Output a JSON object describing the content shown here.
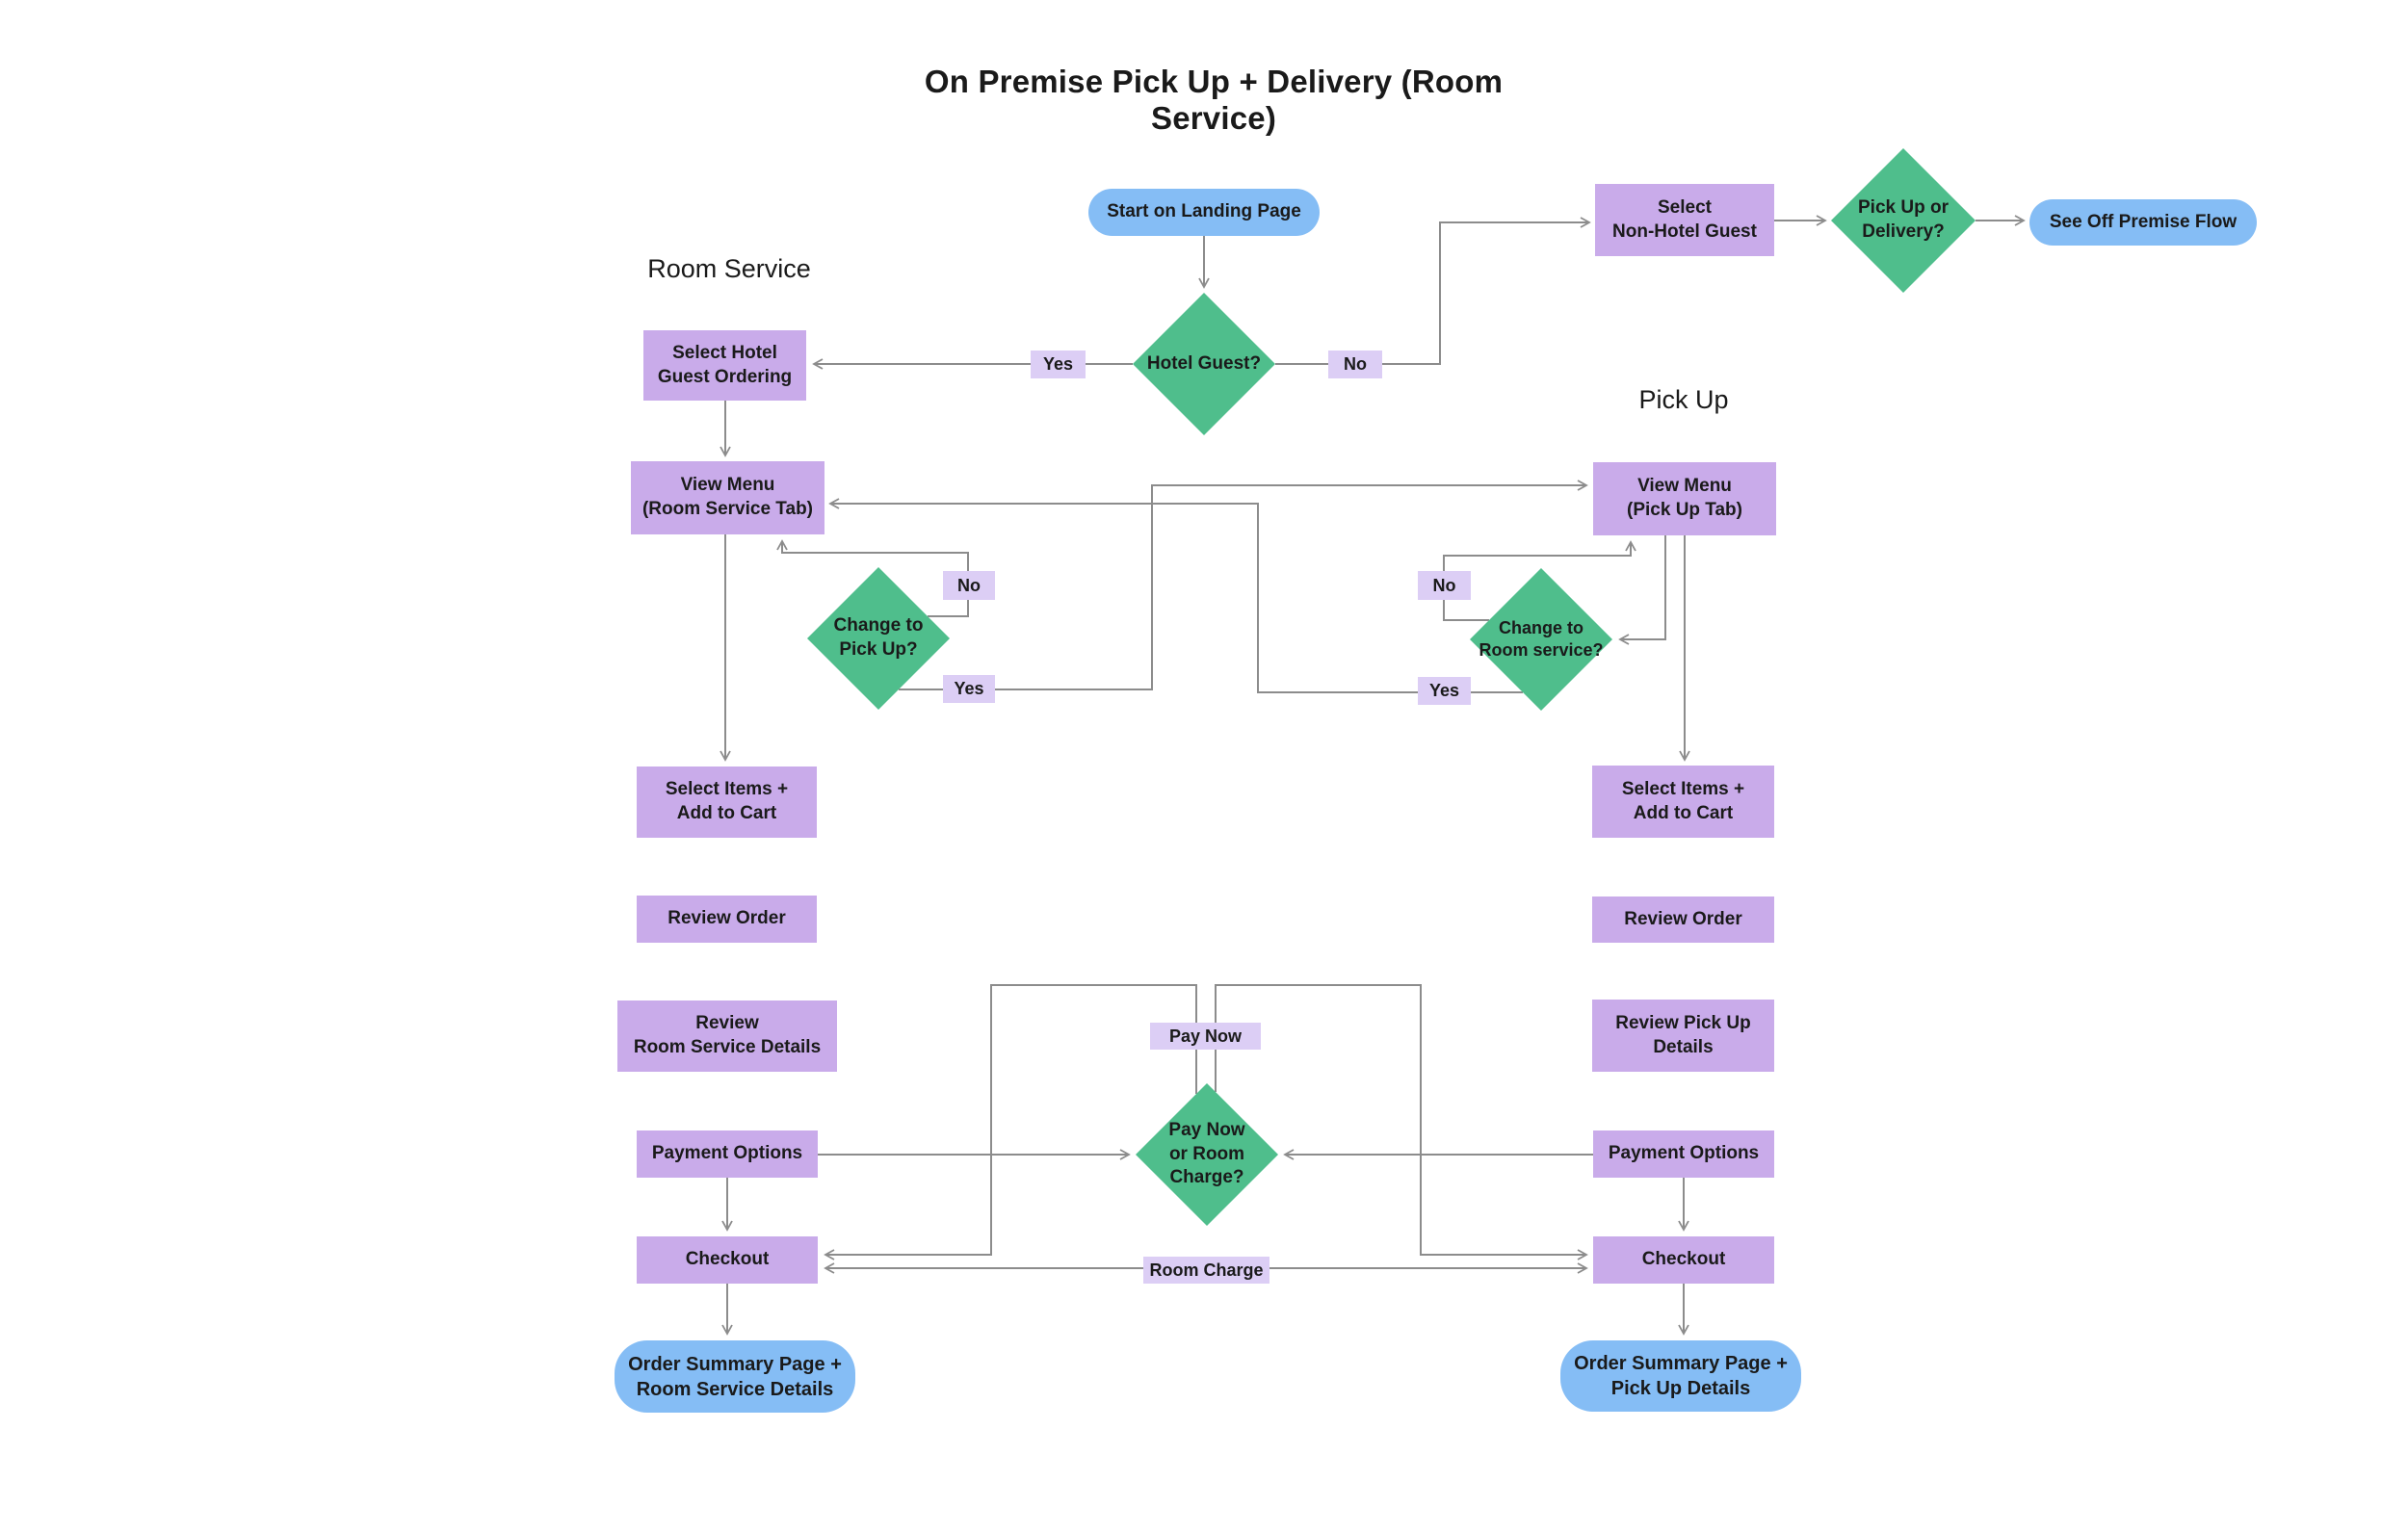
{
  "title": "On Premise Pick Up + Delivery (Room Service)",
  "sections": {
    "room_service": "Room Service",
    "pick_up": "Pick Up"
  },
  "nodes": {
    "start": "Start on Landing Page",
    "hotel_guest": "Hotel Guest?",
    "select_hotel_guest": "Select Hotel\nGuest Ordering",
    "select_non_hotel_guest": "Select\nNon-Hotel Guest",
    "pickup_or_delivery": "Pick Up or\nDelivery?",
    "see_off_premise": "See Off Premise Flow",
    "view_menu_rs": "View Menu\n(Room Service Tab)",
    "view_menu_pu": "View Menu\n(Pick Up Tab)",
    "change_to_pickup": "Change to\nPick Up?",
    "change_to_room": "Change to\nRoom service?",
    "select_items_rs": "Select Items +\nAdd to Cart",
    "select_items_pu": "Select Items +\nAdd to Cart",
    "review_order_rs": "Review Order",
    "review_order_pu": "Review Order",
    "review_rs_details": "Review\nRoom Service Details",
    "review_pu_details": "Review Pick Up\nDetails",
    "payment_rs": "Payment Options",
    "payment_pu": "Payment Options",
    "checkout_rs": "Checkout",
    "checkout_pu": "Checkout",
    "order_summary_rs": "Order Summary Page +\nRoom Service Details",
    "order_summary_pu": "Order Summary Page +\nPick Up Details",
    "pay_now_or_room_charge": "Pay Now\nor Room\nCharge?"
  },
  "edge_labels": {
    "hotel_yes": "Yes",
    "hotel_no": "No",
    "pickup_no": "No",
    "pickup_yes": "Yes",
    "room_no": "No",
    "room_yes": "Yes",
    "pay_now": "Pay Now",
    "room_charge": "Room Charge"
  },
  "colors": {
    "process_fill": "#C9ABEA",
    "edge_label_fill": "#DCCEF5",
    "decision_fill": "#4FBE8C",
    "terminal_fill": "#85BDF5",
    "connector": "#8C8C8C",
    "text": "#1A1A1A"
  }
}
